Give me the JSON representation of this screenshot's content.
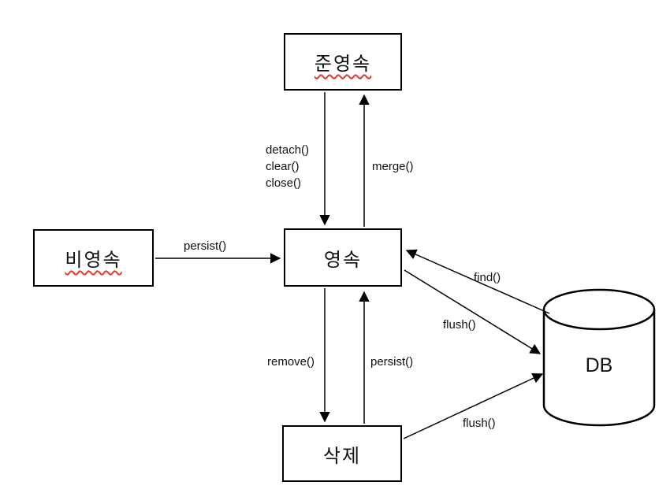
{
  "nodes": {
    "detached": {
      "label": "준영속"
    },
    "transient": {
      "label": "비영속"
    },
    "managed": {
      "label": "영속"
    },
    "removed": {
      "label": "삭제"
    },
    "db": {
      "label": "DB"
    }
  },
  "edges": {
    "persist_from_transient": {
      "label": "persist()"
    },
    "detach_group": {
      "lines": [
        "detach()",
        "clear()",
        "close()"
      ]
    },
    "merge": {
      "label": "merge()"
    },
    "remove": {
      "label": "remove()"
    },
    "persist_from_removed": {
      "label": "persist()"
    },
    "find": {
      "label": "find()"
    },
    "flush_from_managed": {
      "label": "flush()"
    },
    "flush_from_removed": {
      "label": "flush()"
    }
  },
  "colors": {
    "line": "#000000",
    "background": "#ffffff",
    "spellcheck_underline": "#e23a2e"
  }
}
